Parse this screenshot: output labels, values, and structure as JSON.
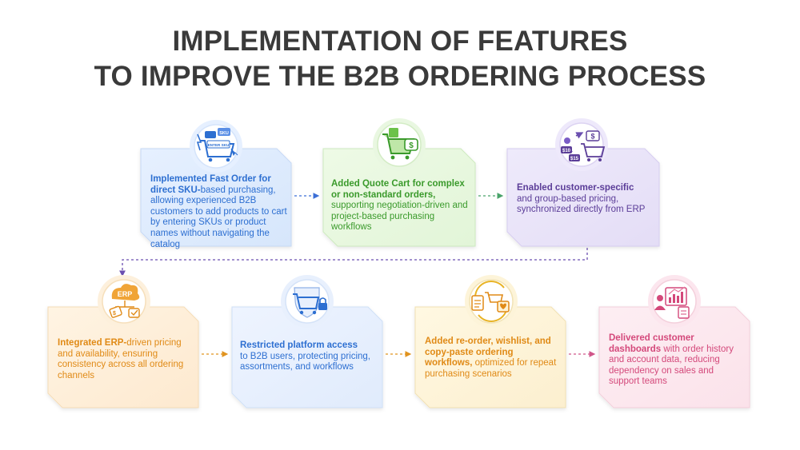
{
  "title": {
    "line1": "IMPLEMENTATION OF FEATURES",
    "line2": "TO IMPROVE THE B2B ORDERING PROCESS"
  },
  "colors": {
    "blue": "#2d6fd1",
    "green": "#3a9a2b",
    "purple": "#5b3d98",
    "orange": "#e08a16",
    "pink": "#d4497b",
    "arrow_blue": "#3c6fd6",
    "arrow_green": "#4aa36a",
    "arrow_purple": "#6b4fb0",
    "arrow_orange": "#e0931f",
    "arrow_pink": "#d0568a"
  },
  "cards": [
    {
      "id": "fast-order",
      "icon": "cart-sku-icon",
      "icon_label_1": "SKU",
      "icon_label_2": "ENTER SKU",
      "bold": "Implemented Fast Order for direct SKU-",
      "text": "based purchasing, allowing experienced B2B customers to add products to cart  by entering SKUs or product names without navigating the catalog"
    },
    {
      "id": "quote-cart",
      "icon": "quote-cart-icon",
      "bold": "Added Quote Cart for complex or non-standard orders,",
      "text": " supporting negotiation-driven and project-based purchasing workflows"
    },
    {
      "id": "customer-pricing",
      "icon": "pricing-icon",
      "icon_label_1": "$10",
      "icon_label_2": "$15",
      "bold": "Enabled customer-specific",
      "text": "and group-based pricing, synchronized directly from ERP"
    },
    {
      "id": "erp-integration",
      "icon": "erp-cloud-icon",
      "icon_label_1": "ERP",
      "bold": "Integrated ERP-",
      "text": "driven pricing and availability, ensuring consistency across all ordering channels"
    },
    {
      "id": "restricted-access",
      "icon": "secure-cart-icon",
      "bold": "Restricted platform access",
      "text": "to B2B users, protecting pricing, assortments, and workflows"
    },
    {
      "id": "reorder",
      "icon": "reorder-icon",
      "bold": "Added re-order, wishlist, and copy-paste ordering workflows,",
      "text": " optimized for repeat purchasing scenarios"
    },
    {
      "id": "dashboards",
      "icon": "dashboard-icon",
      "bold": "Delivered customer dashboards",
      "text": " with order history and account data, reducing dependency on sales and support teams"
    }
  ]
}
